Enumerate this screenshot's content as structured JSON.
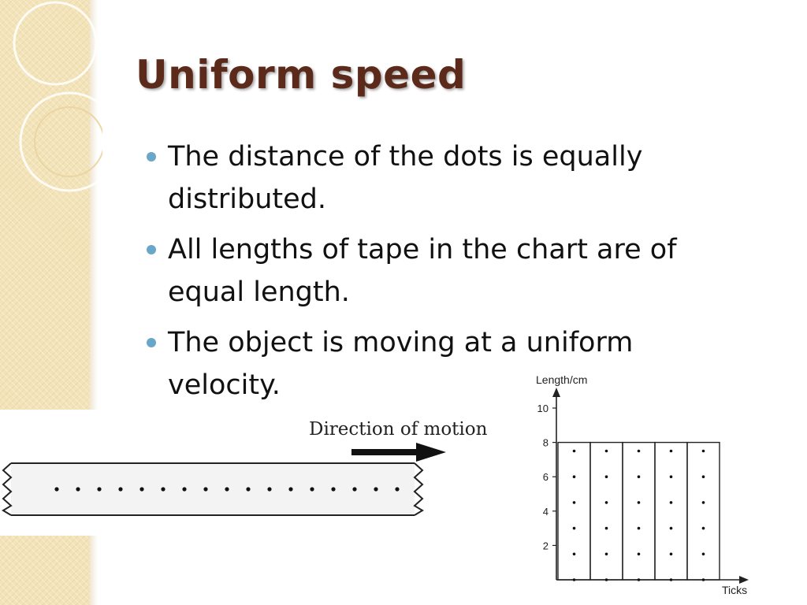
{
  "slide": {
    "title": "Uniform speed",
    "bullets": [
      {
        "text": "The distance of the dots is equally distributed."
      },
      {
        "text": "All lengths of tape in the chart are of equal length."
      },
      {
        "text": "The object is moving at a uniform velocity."
      }
    ]
  },
  "colors": {
    "title": "#5b2a1a",
    "bullet_marker": "#6aa6c7",
    "strip": "#f3e3b8"
  },
  "tape_figure": {
    "direction_label": "Direction of motion",
    "dot_count": 17
  },
  "chart_data": {
    "type": "bar",
    "ylabel": "Length/cm",
    "xlabel": "Ticks",
    "yticks": [
      2,
      4,
      6,
      8,
      10
    ],
    "ylim": [
      0,
      10
    ],
    "strip_count": 5,
    "strip_length": 8,
    "dot_heights": [
      0,
      1.5,
      3,
      4.5,
      6,
      7.5
    ]
  }
}
